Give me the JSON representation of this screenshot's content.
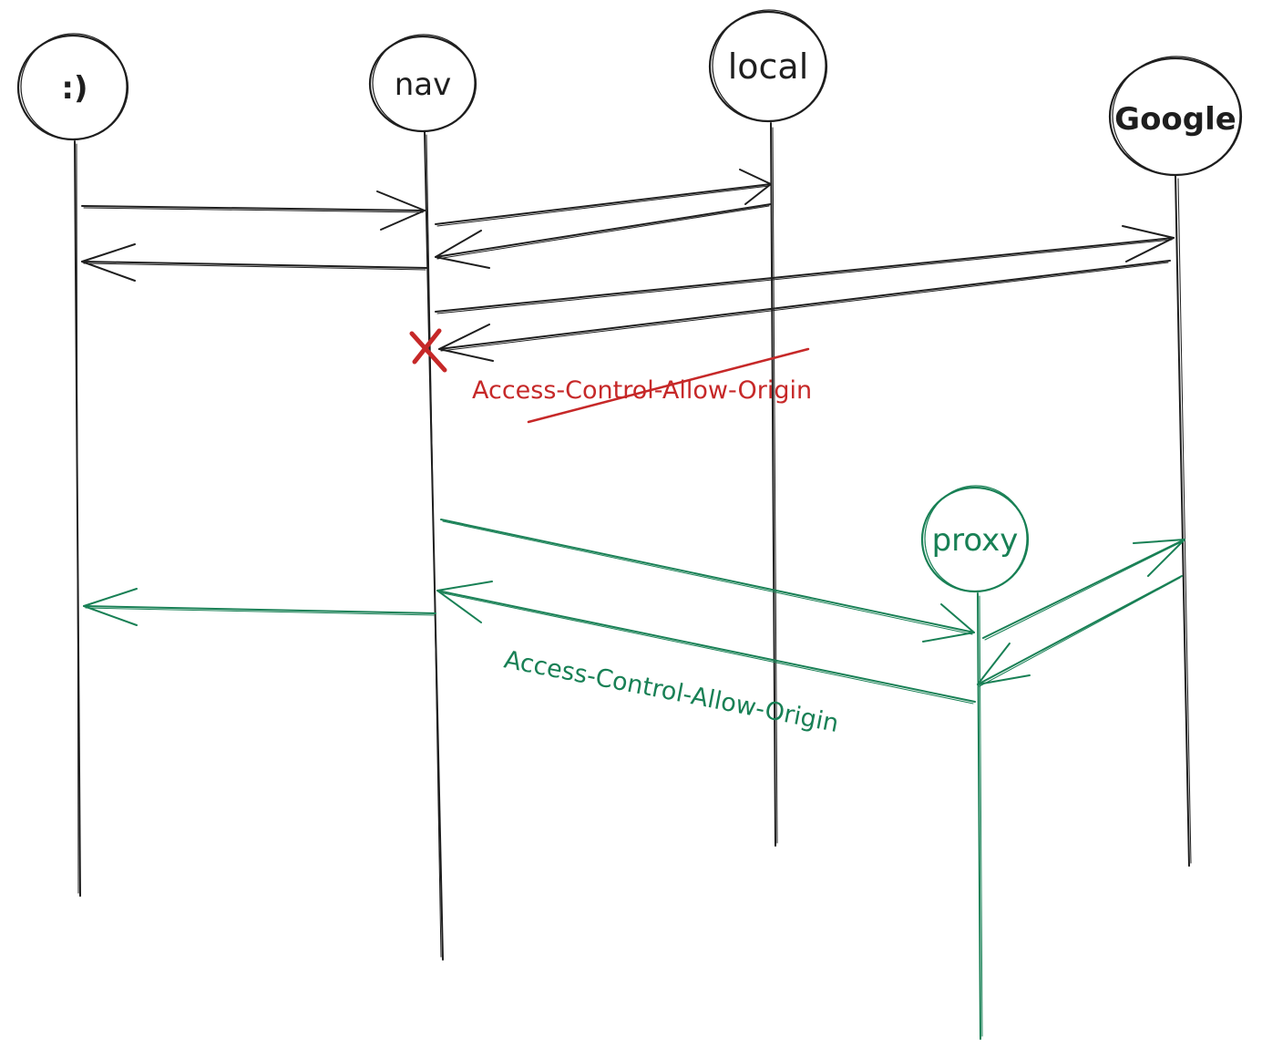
{
  "colors": {
    "ink": "#1e1e1e",
    "error": "#c62828",
    "success": "#188055",
    "background": "#ffffff"
  },
  "participants": [
    {
      "id": "user",
      "label": ":)"
    },
    {
      "id": "nav",
      "label": "nav"
    },
    {
      "id": "local",
      "label": "local"
    },
    {
      "id": "google",
      "label": "Google"
    },
    {
      "id": "proxy",
      "label": "proxy"
    }
  ],
  "blocked_request": {
    "marker_icon": "cross-icon",
    "header_label": "Access-Control-Allow-Origin",
    "header_struck": true
  },
  "proxied_request": {
    "header_label": "Access-Control-Allow-Origin"
  }
}
